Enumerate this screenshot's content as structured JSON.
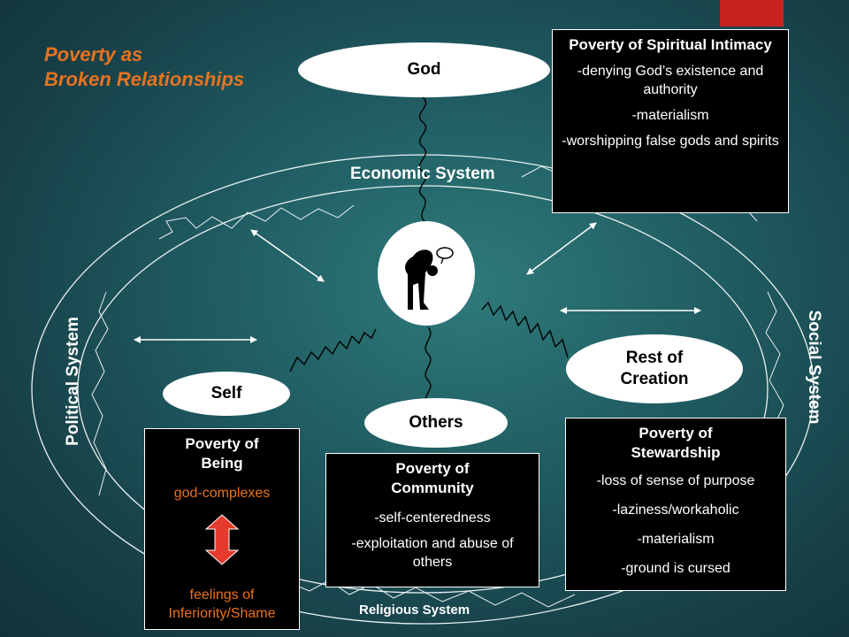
{
  "title": {
    "line1": "Poverty as",
    "line2": "Broken Relationships"
  },
  "nodes": {
    "god": "God",
    "self": "Self",
    "others": "Others",
    "creation": "Rest of Creation"
  },
  "systems": {
    "economic": "Economic System",
    "political": "Political System",
    "social": "Social System",
    "religious": "Religious System"
  },
  "boxes": {
    "spiritual": {
      "title": "Poverty of Spiritual Intimacy",
      "items": [
        "-denying God’s existence and authority",
        "-materialism",
        "-worshipping false gods and spirits"
      ]
    },
    "being": {
      "title": "Poverty of Being",
      "top": "god-complexes",
      "bottom": "feelings of Inferiority/Shame"
    },
    "community": {
      "title": "Poverty of Community",
      "items": [
        "-self-centeredness",
        "-exploitation and abuse of others"
      ]
    },
    "stewardship": {
      "title": "Poverty of Stewardship",
      "items": [
        "-loss of sense of purpose",
        "-laziness/workaholic",
        "-materialism",
        "-ground is cursed"
      ]
    },
    "red_arrow_color": "#e53a2e"
  },
  "colors": {
    "accent": "#e8731f",
    "tab": "#c8241f"
  },
  "icons": {
    "person": "bent-person-icon",
    "double_arrow": "double-arrow-icon"
  }
}
